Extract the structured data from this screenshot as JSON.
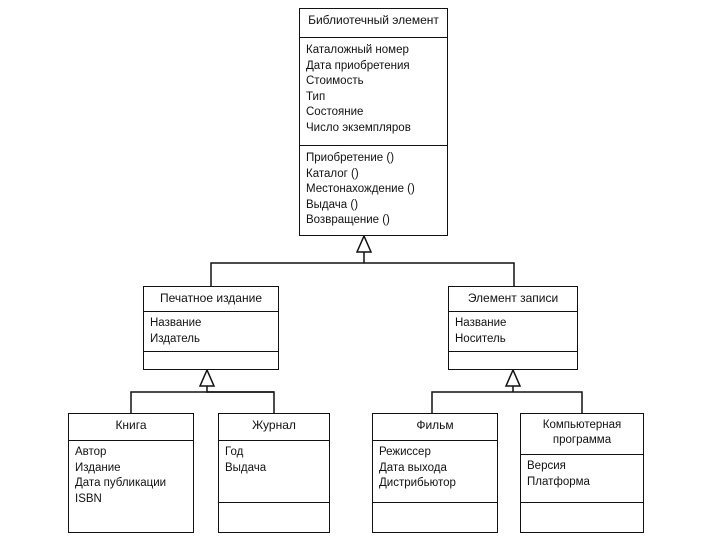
{
  "classes": {
    "library_item": {
      "name": "Библиотечный элемент",
      "attributes": [
        "Каталожный номер",
        "Дата приобретения",
        "Стоимость",
        "Тип",
        "Состояние",
        "Число экземпляров"
      ],
      "operations": [
        "Приобретение ()",
        "Каталог ()",
        "Местонахождение ()",
        "Выдача ()",
        "Возвращение ()"
      ]
    },
    "printed": {
      "name": "Печатное издание",
      "attributes": [
        "Название",
        "Издатель"
      ],
      "operations": []
    },
    "record": {
      "name": "Элемент записи",
      "attributes": [
        "Название",
        "Носитель"
      ],
      "operations": []
    },
    "book": {
      "name": "Книга",
      "attributes": [
        "Автор",
        "Издание",
        "Дата публикации",
        "ISBN"
      ],
      "operations": []
    },
    "journal": {
      "name": "Журнал",
      "attributes": [
        "Год",
        "Выдача"
      ],
      "operations": []
    },
    "film": {
      "name": "Фильм",
      "attributes": [
        "Режиссер",
        "Дата выхода",
        "Дистрибьютор"
      ],
      "operations": []
    },
    "software": {
      "name_lines": [
        "Компьютерная",
        "программа"
      ],
      "attributes": [
        "Версия",
        "Платформа"
      ],
      "operations": []
    }
  }
}
